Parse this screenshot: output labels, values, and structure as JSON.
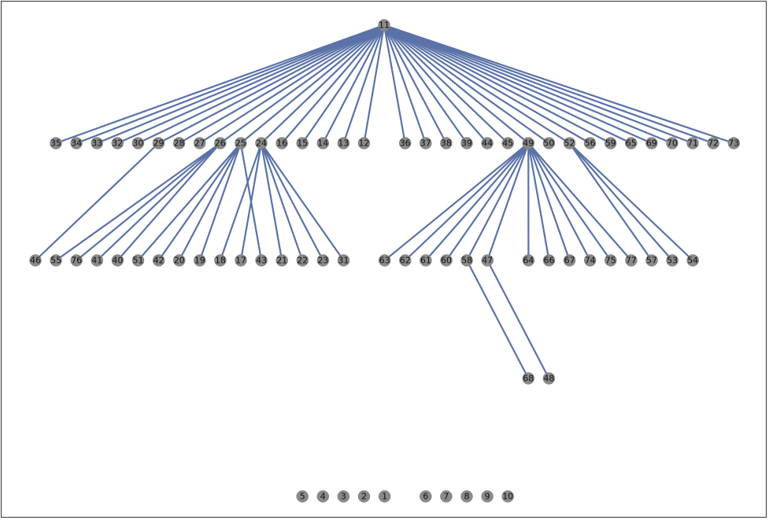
{
  "graph": {
    "node_color": "#8a8a8a",
    "edge_color": "#5a72a8",
    "root": "11",
    "levels": [
      [
        "11"
      ],
      [
        "35",
        "34",
        "33",
        "32",
        "30",
        "29",
        "28",
        "27",
        "26",
        "25",
        "24",
        "16",
        "15",
        "14",
        "13",
        "12",
        "",
        "36",
        "37",
        "38",
        "39",
        "44",
        "45",
        "49",
        "50",
        "52",
        "56",
        "59",
        "65",
        "69",
        "70",
        "71",
        "72",
        "73"
      ],
      [
        "46",
        "55",
        "76",
        "41",
        "40",
        "51",
        "42",
        "20",
        "19",
        "18",
        "17",
        "43",
        "21",
        "22",
        "23",
        "31",
        "",
        "63",
        "62",
        "61",
        "60",
        "58",
        "47",
        "",
        "64",
        "66",
        "67",
        "74",
        "75",
        "77",
        "57",
        "53",
        "54"
      ],
      [
        "",
        "",
        "",
        "",
        "",
        "",
        "",
        "",
        "",
        "",
        "",
        "",
        "",
        "",
        "",
        "",
        "",
        "",
        "",
        "",
        "",
        "",
        "",
        "68",
        "48"
      ],
      [
        "",
        "",
        "",
        "",
        "",
        "",
        "",
        "",
        "",
        "",
        "",
        "",
        "5",
        "4",
        "3",
        "2",
        "1",
        "",
        "6",
        "7",
        "8",
        "9",
        "10"
      ]
    ],
    "edges": [
      [
        "11",
        "35"
      ],
      [
        "11",
        "34"
      ],
      [
        "11",
        "33"
      ],
      [
        "11",
        "32"
      ],
      [
        "11",
        "30"
      ],
      [
        "11",
        "29"
      ],
      [
        "11",
        "28"
      ],
      [
        "11",
        "27"
      ],
      [
        "11",
        "26"
      ],
      [
        "11",
        "25"
      ],
      [
        "11",
        "24"
      ],
      [
        "11",
        "16"
      ],
      [
        "11",
        "15"
      ],
      [
        "11",
        "14"
      ],
      [
        "11",
        "13"
      ],
      [
        "11",
        "12"
      ],
      [
        "11",
        "36"
      ],
      [
        "11",
        "37"
      ],
      [
        "11",
        "38"
      ],
      [
        "11",
        "39"
      ],
      [
        "11",
        "44"
      ],
      [
        "11",
        "45"
      ],
      [
        "11",
        "49"
      ],
      [
        "11",
        "50"
      ],
      [
        "11",
        "52"
      ],
      [
        "11",
        "56"
      ],
      [
        "11",
        "59"
      ],
      [
        "11",
        "65"
      ],
      [
        "11",
        "69"
      ],
      [
        "11",
        "70"
      ],
      [
        "11",
        "71"
      ],
      [
        "11",
        "72"
      ],
      [
        "11",
        "73"
      ],
      [
        "29",
        "46"
      ],
      [
        "26",
        "55"
      ],
      [
        "26",
        "76"
      ],
      [
        "26",
        "41"
      ],
      [
        "26",
        "40"
      ],
      [
        "25",
        "51"
      ],
      [
        "25",
        "42"
      ],
      [
        "25",
        "20"
      ],
      [
        "25",
        "19"
      ],
      [
        "24",
        "18"
      ],
      [
        "24",
        "17"
      ],
      [
        "25",
        "43"
      ],
      [
        "24",
        "21"
      ],
      [
        "24",
        "22"
      ],
      [
        "24",
        "23"
      ],
      [
        "24",
        "31"
      ],
      [
        "49",
        "63"
      ],
      [
        "49",
        "62"
      ],
      [
        "49",
        "61"
      ],
      [
        "49",
        "60"
      ],
      [
        "49",
        "58"
      ],
      [
        "49",
        "47"
      ],
      [
        "49",
        "64"
      ],
      [
        "49",
        "66"
      ],
      [
        "49",
        "67"
      ],
      [
        "49",
        "74"
      ],
      [
        "49",
        "75"
      ],
      [
        "49",
        "77"
      ],
      [
        "52",
        "57"
      ],
      [
        "52",
        "53"
      ],
      [
        "52",
        "54"
      ],
      [
        "58",
        "68"
      ],
      [
        "47",
        "48"
      ]
    ]
  }
}
